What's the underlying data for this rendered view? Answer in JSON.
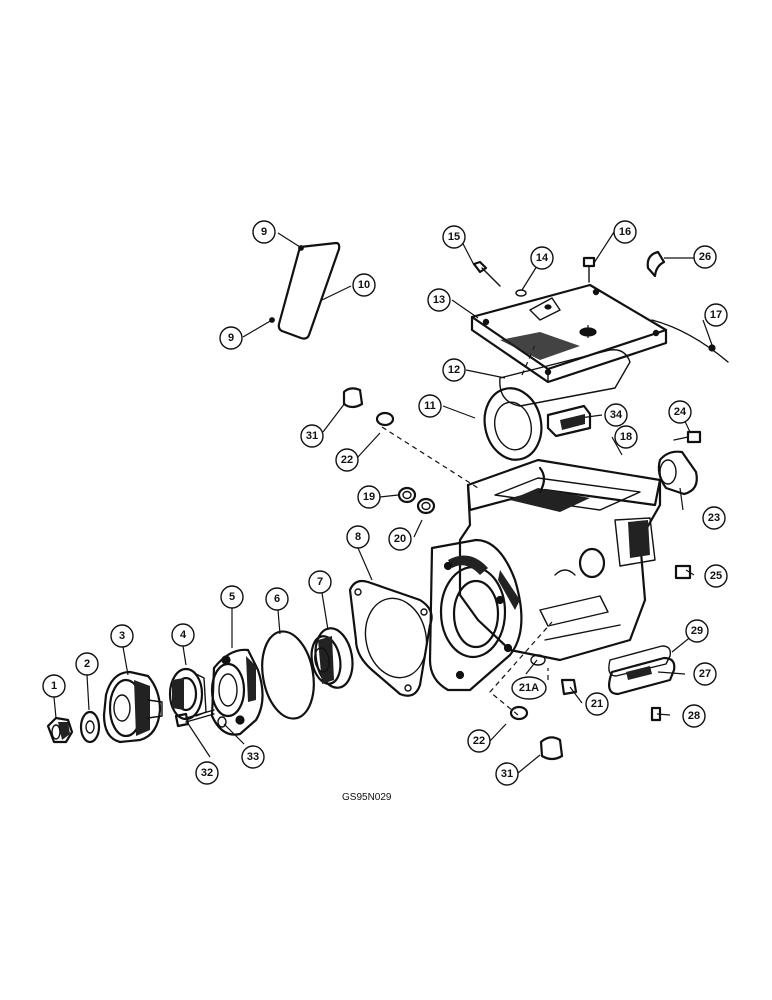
{
  "drawing_code": "GS95N029",
  "callouts": {
    "c1": "1",
    "c2": "2",
    "c3": "3",
    "c4": "4",
    "c5": "5",
    "c6": "6",
    "c7": "7",
    "c8": "8",
    "c9a": "9",
    "c9b": "9",
    "c10": "10",
    "c11": "11",
    "c12": "12",
    "c13": "13",
    "c14": "14",
    "c15": "15",
    "c16": "16",
    "c17": "17",
    "c18": "18",
    "c19": "19",
    "c20": "20",
    "c21": "21",
    "c21a": "21A",
    "c22a": "22",
    "c22b": "22",
    "c23": "23",
    "c24": "24",
    "c25": "25",
    "c26": "26",
    "c27": "27",
    "c28": "28",
    "c29": "29",
    "c31a": "31",
    "c31b": "31",
    "c32": "32",
    "c33": "33",
    "c34": "34"
  },
  "colors": {
    "ink": "#111111",
    "paper": "#ffffff"
  }
}
